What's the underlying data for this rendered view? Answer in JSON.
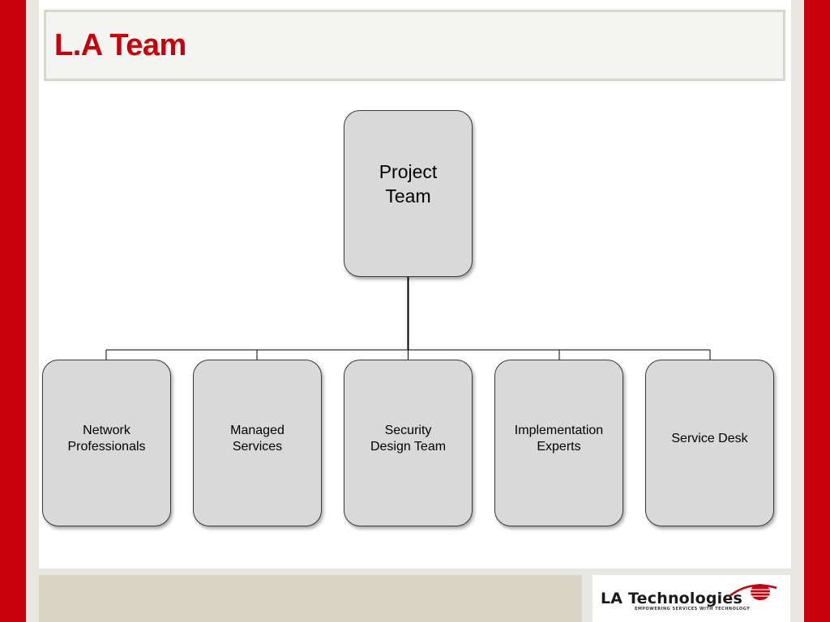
{
  "slide": {
    "title": "L.A Team"
  },
  "org_chart": {
    "root": {
      "label": "Project\nTeam"
    },
    "children": [
      {
        "label": "Network\nProfessionals"
      },
      {
        "label": "Managed\nServices"
      },
      {
        "label": "Security\nDesign Team"
      },
      {
        "label": "Implementation\nExperts"
      },
      {
        "label": "Service Desk"
      }
    ]
  },
  "logo": {
    "name": "LA Technologies",
    "tagline": "EMPOWERING SERVICES WITH TECHNOLOGY"
  },
  "colors": {
    "accent_red": "#c8000a",
    "node_fill": "#d9d9d9",
    "footer_band": "#d9d4c3"
  }
}
